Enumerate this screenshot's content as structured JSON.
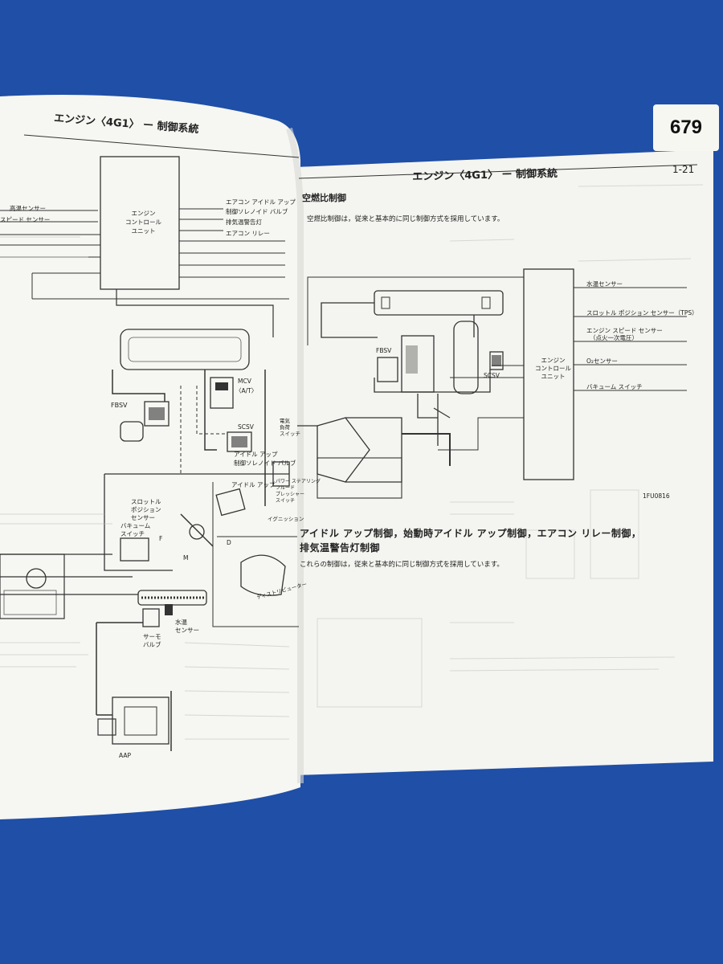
{
  "lot_tag": "679",
  "left_page": {
    "header": "エンジン〈4G1〉 ー 制御系統",
    "ecu": [
      "エンジン",
      "コントロール",
      "ユニット"
    ],
    "inputs": [
      "高温センサー",
      "スピード センサー"
    ],
    "outputs": [
      "エアコン アイドル アップ",
      "制御ソレノイド バルブ",
      "排気温警告灯",
      "エアコン リレー"
    ],
    "labels": {
      "fbsv": "FBSV",
      "mcv": "MCV",
      "mcv_sub": "〈A/T〉",
      "scsv": "SCSV",
      "idle_up_solenoid": [
        "アイドル アップ",
        "制御ソレノイド バルブ"
      ],
      "idle_up": "アイドル アップ",
      "power_steer": [
        "パワー ステアリング",
        "フルード",
        "プレッシャー",
        "スイッチ"
      ],
      "ignition": "イグニッション",
      "electrical": [
        "電気",
        "負荷",
        "スイッチ"
      ],
      "tps": [
        "スロットル",
        "ポジション",
        "センサー"
      ],
      "vac_switch": [
        "バキューム",
        "スイッチ"
      ],
      "f": "F",
      "m": "M",
      "d": "D",
      "distributor": "ディストリビューター",
      "water_temp": [
        "水温",
        "センサー"
      ],
      "thermo": [
        "サーモ",
        "バルブ"
      ],
      "aap": "AAP"
    }
  },
  "right_page": {
    "header": "エンジン〈4G1〉 ー 制御系統",
    "page_no": "1-21",
    "section1": "空燃比制御",
    "body1": "空燃比制御は，従来と基本的に同じ制御方式を採用しています。",
    "ecu": [
      "エンジン",
      "コントロール",
      "ユニット"
    ],
    "sensors": [
      "水温センサー",
      "スロットル ポジション センサー（TPS）",
      "エンジン スピード センサー",
      "（点火一次電圧）",
      "O₂センサー",
      "バキューム スイッチ"
    ],
    "fbsv": "FBSV",
    "scsv": "SCSV",
    "fig_code": "1FU0816",
    "section2_line1": "アイドル アップ制御，始動時アイドル アップ制御，エアコン リレー制御，",
    "section2_line2": "排気温警告灯制御",
    "body2": "これらの制御は，従来と基本的に同じ制御方式を採用しています。"
  }
}
